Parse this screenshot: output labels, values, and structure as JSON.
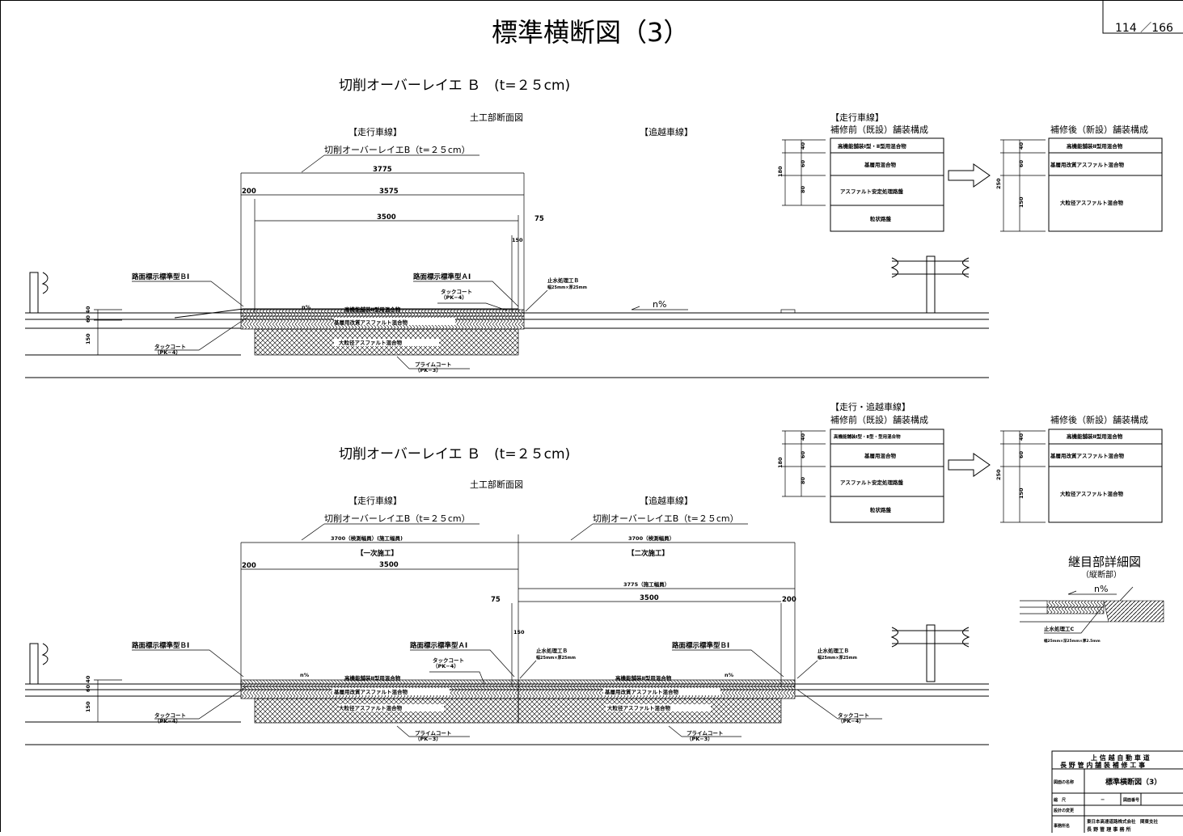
{
  "header": {
    "title": "標準横断図（3）",
    "page": "114 ／166"
  },
  "sections": [
    {
      "title": "切削オーバーレイエ Ｂ　(t=２５cm)",
      "label": "土工部断面図",
      "lane_left": "【走行車線】",
      "lane_right": "【追越車線】",
      "overlay_left": "切削オーバーレイエB（t=２５cm）",
      "dims": [
        "3775",
        "3575",
        "3500",
        "200",
        "75",
        "150"
      ],
      "marker_left": "路面標示標準型ＢⅠ",
      "marker_right": "路面標示標準型ＡⅠ",
      "tack_mid": "タックコート\n（PK−4）",
      "tack_left": "タックコート\n（PK−4）",
      "prime": "プライムコート\n（PK−3）",
      "water": "止水処理工Ｂ",
      "water_sub": "幅25mm×厚25mm",
      "slope": "n%",
      "layer1": "高機能舗装Ⅱ型用混合物",
      "layer2": "基層用改質アスファルト混合物",
      "layer3": "大粒径アスファルト混合物",
      "thick": [
        "40",
        "60",
        "150"
      ]
    },
    {
      "title": "切削オーバーレイエ Ｂ　(t=２５cm)",
      "label": "土工部断面図",
      "lane_left": "【走行車線】",
      "lane_right": "【追越車線】",
      "overlay_left": "切削オーバーレイエB（t=２５cm）",
      "overlay_right": "切削オーバーレイエB（t=２５cm）",
      "dim_left": "3700（検測幅員）(施工幅員)",
      "dim_right": "3700（検測幅員）",
      "phase1": "【一次施工】",
      "phase2": "【二次施工】",
      "dims": [
        "3500",
        "200",
        "3775（施工幅員）",
        "3500",
        "75",
        "200",
        "150"
      ],
      "marker_left": "路面標示標準型ＢⅠ",
      "marker_mid": "路面標示標準型ＡⅠ",
      "marker_right": "路面標示標準型ＢⅠ",
      "water": "止水処理工Ｂ",
      "water_sub": "幅25mm×厚25mm",
      "tack": "タックコート\n（PK−4）",
      "prime": "プライムコート\n（PK−3）",
      "slope": "n%"
    }
  ],
  "compositions": [
    {
      "lane": "【走行車線】",
      "before_title": "補修前（既設）舗装構成",
      "after_title": "補修後（新設）舗装構成",
      "before": [
        "高機能舗装Ⅰ型・Ⅱ型用混合物",
        "基層用混合物",
        "アスファルト安定処理路盤",
        "粒状路盤"
      ],
      "before_dims": [
        "40",
        "60",
        "80",
        "180"
      ],
      "after": [
        "高機能舗装Ⅱ型用混合物",
        "基層用改質アスファルト混合物",
        "大粒径アスファルト混合物"
      ],
      "after_dims": [
        "40",
        "60",
        "150",
        "250"
      ]
    },
    {
      "lane": "【走行・追越車線】",
      "before_title": "補修前（既設）舗装構成",
      "after_title": "補修後（新設）舗装構成",
      "before": [
        "高機能舗装Ⅰ型・Ⅱ型・型用混合物",
        "基層用混合物",
        "アスファルト安定処理路盤",
        "粒状路盤"
      ],
      "before_dims": [
        "40",
        "60",
        "80",
        "180"
      ],
      "after": [
        "高機能舗装Ⅱ型用混合物",
        "基層用改質アスファルト混合物",
        "大粒径アスファルト混合物"
      ],
      "after_dims": [
        "40",
        "60",
        "150",
        "250"
      ]
    }
  ],
  "joint": {
    "title": "継目部詳細図",
    "sub": "（縦断部）",
    "slope": "n%",
    "water": "止水処理工C",
    "water_sub": "幅25mm×深25mm×厚2.5mm"
  },
  "title_block": {
    "line1": "上 信 越 自 動 車 道",
    "line2": "長 野 管 内 舗 装 補 修 工 事",
    "drawing_label": "図面の名称",
    "drawing": "標準横断図（3）",
    "scale_label": "縮　尺",
    "scale": "−",
    "num_label": "図面番号",
    "rev_label": "設計の変更",
    "office_label": "事務所名",
    "office": "東日本高速道路株式会社　関東支社",
    "office2": "長 野 管 理 事 務 所"
  }
}
